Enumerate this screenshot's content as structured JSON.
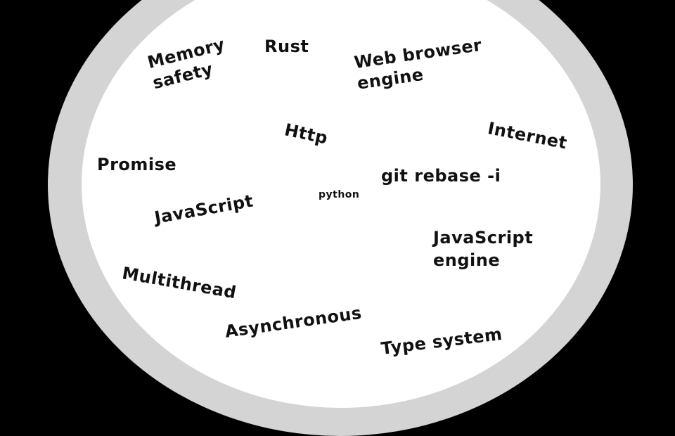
{
  "background_color": "#000000",
  "ring_color": "#d4d4d4",
  "inner_color": "#ffffff",
  "words": {
    "memory_safety": "Memory\nsafety",
    "rust": "Rust",
    "web_browser_engine": "Web browser\nengine",
    "http": "Http",
    "internet": "Internet",
    "promise": "Promise",
    "git_rebase": "git rebase -i",
    "python": "python",
    "javascript": "JavaScript",
    "javascript_engine": "JavaScript\nengine",
    "multithread": "Multithread",
    "asynchronous": "Asynchronous",
    "type_system": "Type system"
  }
}
